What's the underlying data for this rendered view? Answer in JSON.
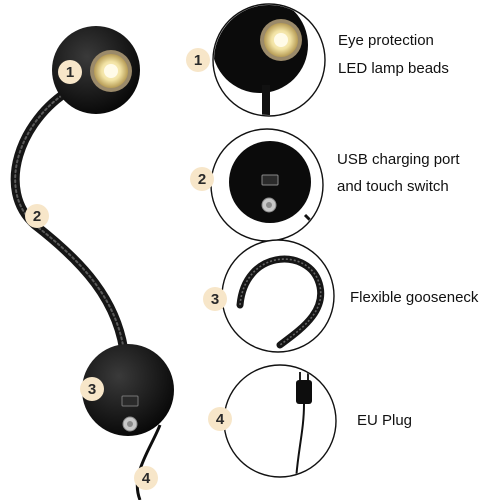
{
  "callouts": [
    {
      "number": "1",
      "lines": [
        "Eye protection",
        "LED lamp beads"
      ]
    },
    {
      "number": "2",
      "lines": [
        "USB charging port",
        "and touch switch"
      ]
    },
    {
      "number": "3",
      "lines": [
        "Flexible gooseneck"
      ]
    },
    {
      "number": "4",
      "lines": [
        "EU Plug"
      ]
    }
  ],
  "lamp_markers": [
    "1",
    "2",
    "3",
    "4"
  ],
  "colors": {
    "badge": "#f7e6c9",
    "lamp": "#111111",
    "text": "#111111"
  }
}
